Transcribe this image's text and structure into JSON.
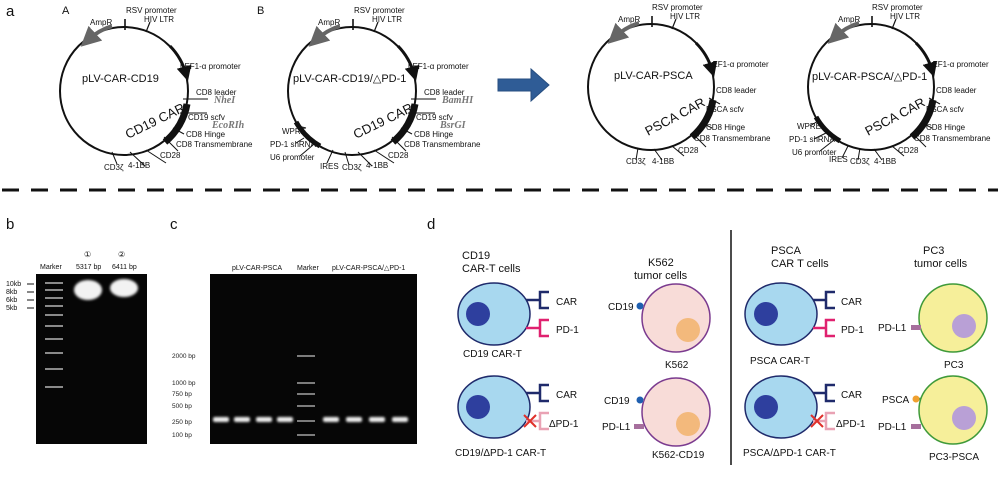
{
  "panels": {
    "a": "a",
    "b": "b",
    "c": "c",
    "d": "d",
    "A": "A",
    "B": "B"
  },
  "plasmid_common": {
    "ampr": "AmpR",
    "rsv": "RSV promoter",
    "hiv": "HIV LTR",
    "hef": "hEF1-α promoter",
    "cd8_leader": "CD8 leader",
    "cd8_hinge": "CD8 Hinge",
    "cd8_tm": "CD8 Transmembrane",
    "cd28": "CD28",
    "fourbb": "4-1BB",
    "cd3z": "CD3ζ",
    "wpre": "WPRE",
    "shrna": "PD-1 shRNA",
    "u6": "U6 promoter",
    "ires": "IRES"
  },
  "plasmid1": {
    "name": "pLV-CAR-CD19",
    "car": "CD19 CAR",
    "scfv": "CD19 scfv",
    "site1": "NheI",
    "site2": "EcoRIh"
  },
  "plasmid2": {
    "name": "pLV-CAR-CD19/△PD-1",
    "car": "CD19 CAR",
    "scfv": "CD19 scfv",
    "site1": "BamHI",
    "site2": "BsrGI"
  },
  "plasmid3": {
    "name": "pLV-CAR-PSCA",
    "car": "PSCA CAR",
    "scfv": "PSCA scfv"
  },
  "plasmid4": {
    "name": "pLV-CAR-PSCA/△PD-1",
    "car": "PSCA CAR",
    "scfv": "PSCA scfv",
    "cd8_leader": "CD8 leader"
  },
  "gel_b": {
    "marker": "Marker",
    "lane1_num": "①",
    "lane1_size": "5317 bp",
    "lane2_num": "②",
    "lane2_size": "6411 bp",
    "ladder": [
      "10kb",
      "8kb",
      "6kb",
      "5kb"
    ]
  },
  "gel_c": {
    "label_left": "pLV-CAR-PSCA",
    "marker": "Marker",
    "label_right": "pLV-CAR-PSCA/△PD-1",
    "ladder": [
      "2000 bp",
      "1000 bp",
      "750 bp",
      "500 bp",
      "250 bp",
      "100 bp"
    ]
  },
  "cells": {
    "cd19_title1": "CD19",
    "cd19_title2": "CAR-T cells",
    "k562_title1": "K562",
    "k562_title2": "tumor cells",
    "psca_title1": "PSCA",
    "psca_title2": "CAR T cells",
    "pc3_title1": "PC3",
    "pc3_title2": "tumor cells",
    "car": "CAR",
    "pd1": "PD-1",
    "dpd1": "ΔPD-1",
    "cd19": "CD19",
    "pdl1": "PD-L1",
    "psca": "PSCA",
    "cd19_cart": "CD19 CAR-T",
    "cd19_dpd1_cart": "CD19/ΔPD-1 CAR-T",
    "k562": "K562",
    "k562_cd19": "K562-CD19",
    "psca_cart": "PSCA CAR-T",
    "psca_dpd1_cart": "PSCA/ΔPD-1 CAR-T",
    "pc3": "PC3",
    "pc3_psca": "PC3-PSCA"
  },
  "colors": {
    "cell_blue": "#a8d8ef",
    "nucleus_blue": "#2e3f9e",
    "car_navy": "#1f2a6b",
    "pd1_pink": "#e0216f",
    "dpd1_pink": "#e9a2b4",
    "cross_red": "#e0302a",
    "k562_fill": "#f8dcd8",
    "k562_nuc": "#f3b97c",
    "k562_edge": "#7b3b8f",
    "cd19_dot": "#1f5fb0",
    "pdl1_mauve": "#a66f9d",
    "pc3_fill": "#f6ef9a",
    "pc3_nuc": "#b9a0d6",
    "pc3_edge": "#3f9a3a",
    "psca_dot": "#f0a030",
    "arrow_blue": "#2f5c96"
  }
}
